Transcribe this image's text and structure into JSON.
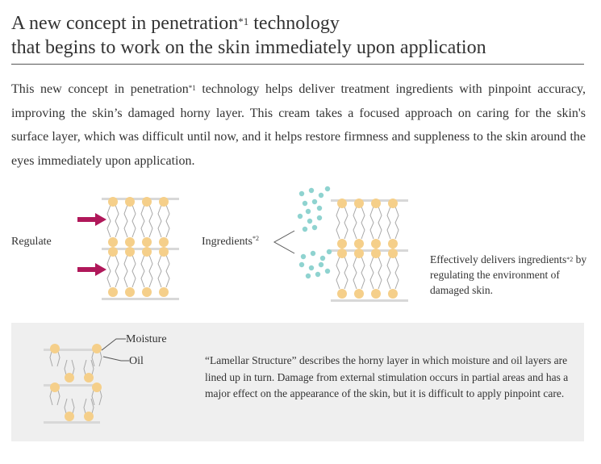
{
  "headline": {
    "line1_before": "A new concept in penetration",
    "line1_note": "*1",
    "line1_after": " technology",
    "line2": "that begins to work on the skin immediately upon application"
  },
  "intro": {
    "before_note": "This new concept in penetration",
    "note": "*1",
    "after_note": " technology helps deliver treatment ingredients with pinpoint accuracy, improving the skin’s damaged horny layer. This cream takes a focused approach on caring for the skin's surface layer, which was difficult until now, and it helps restore firmness and suppleness to the skin around the eyes immediately upon application."
  },
  "diagram_left": {
    "label": "Regulate"
  },
  "diagram_middle": {
    "label": "Ingredients",
    "note": "*2"
  },
  "effect": {
    "before_note": "Effectively delivers ingredients",
    "note": "*2",
    "after_note": " by regulating the environment of damaged skin."
  },
  "panel": {
    "moisture_label": "Moisture",
    "oil_label": "Oil",
    "text": "“Lamellar Structure” describes the horny layer in which moisture and oil layers are lined up in turn. Damage from external stimulation occurs in partial areas and has a major effect on the appearance of the skin, but it is difficult to apply pinpoint care."
  },
  "colors": {
    "text": "#333333",
    "lipid_head": "#f5cf8a",
    "lipid_tail": "#a9a9a9",
    "arrow": "#b0185a",
    "ingredient_dot": "#8fd3d0",
    "panel_bg": "#efefef"
  }
}
